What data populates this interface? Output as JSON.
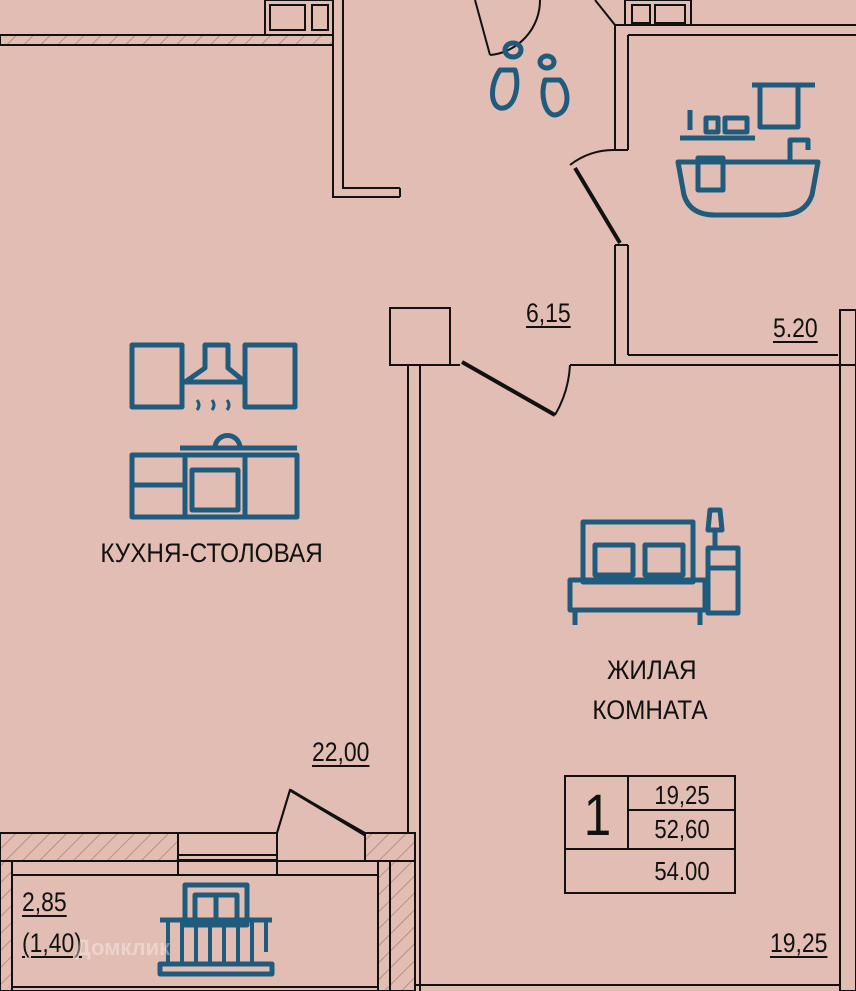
{
  "colors": {
    "background": "#e2bdb3",
    "walls": "#111111",
    "icons": "#1f5b7d",
    "hatch": "#b98f85"
  },
  "rooms": {
    "hall": {
      "area": "6,15",
      "icon": "footprints-icon"
    },
    "bathroom": {
      "area": "5.20",
      "icon": "bathtub-icon"
    },
    "kitchen": {
      "name": "КУХНЯ-СТОЛОВАЯ",
      "area": "22,00",
      "icon": "kitchen-icon"
    },
    "bedroom": {
      "name_line1": "ЖИЛАЯ",
      "name_line2": "КОМНАТА",
      "area": "19,25",
      "icon": "bed-icon"
    },
    "balcony": {
      "area": "2,85",
      "area_reduced": "(1,40)",
      "icon": "balcony-icon"
    }
  },
  "legend": {
    "rooms_count": "1",
    "living_area": "19,25",
    "total_area": "52,60",
    "total_with_balcony": "54.00"
  },
  "watermark": "Домклик"
}
